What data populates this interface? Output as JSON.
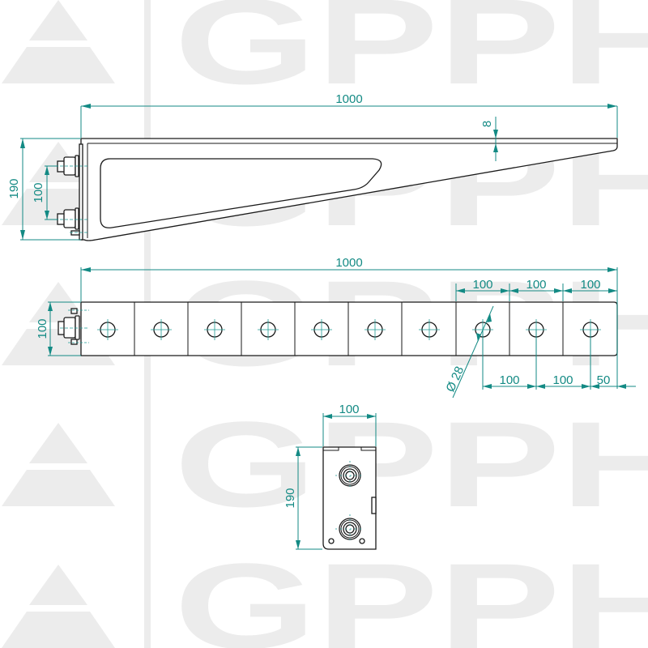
{
  "watermark": {
    "text": "GPPH",
    "color": "#ececec",
    "rows": 4
  },
  "colors": {
    "dimension": "#138a84",
    "part_outline": "#1a1a1a",
    "background": "#ffffff"
  },
  "side_view": {
    "overall_length": "1000",
    "height": "190",
    "bolt_spacing": "100",
    "flange_thickness": "8"
  },
  "top_view": {
    "overall_length": "1000",
    "width": "100",
    "hole_count": 10,
    "top_pitch": [
      "100",
      "100",
      "100"
    ],
    "bottom_pitch": [
      "100",
      "100",
      "50"
    ],
    "hole_diameter": "Ø 28"
  },
  "end_view": {
    "width": "100",
    "height": "190"
  }
}
